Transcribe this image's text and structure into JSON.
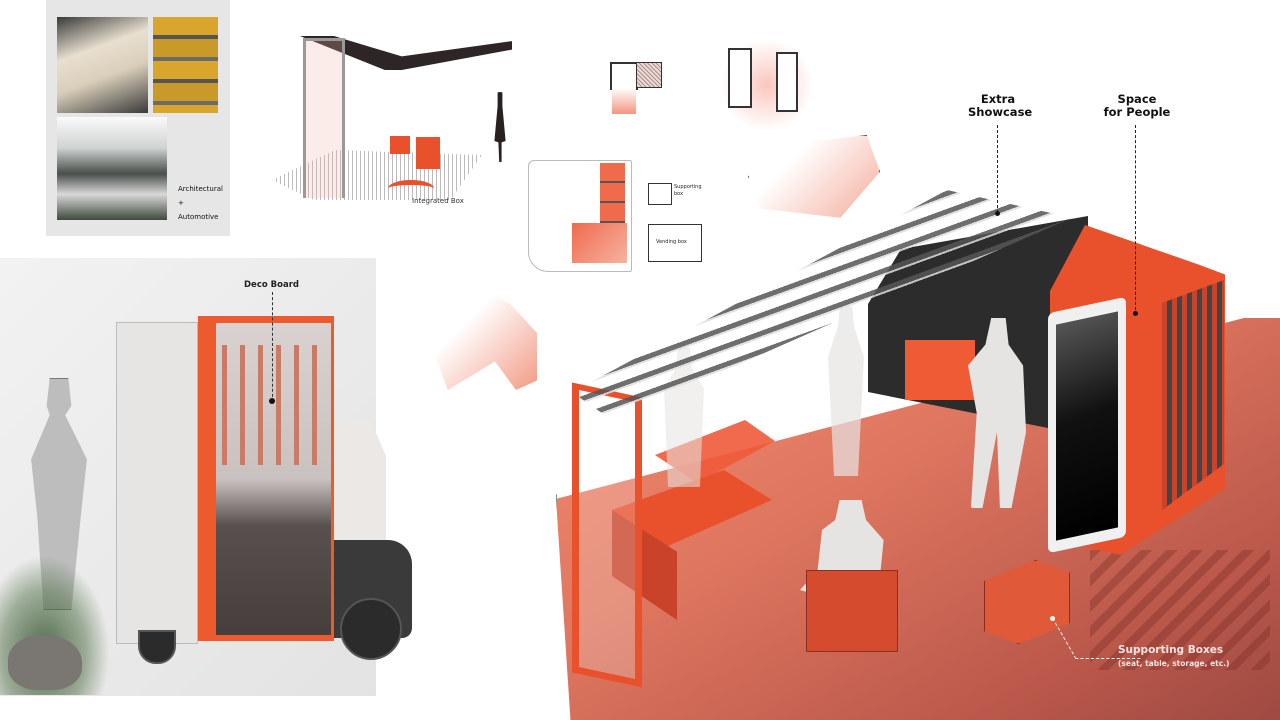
{
  "board": {
    "theme_colors": {
      "accent_orange": "#e9502c",
      "floor_salmon": "#f48a70",
      "dark": "#2c2c2c"
    }
  },
  "reference_panel": {
    "images": [
      "architectural-model-photo",
      "yellow-facade-photo",
      "green-house-elevation"
    ],
    "caption_line1": "Architectural",
    "caption_plus": "+",
    "caption_line2": "Automotive"
  },
  "integrated_box_sketch": {
    "label": "Integrated Box"
  },
  "diagrams": {
    "supporting_box_label": "Supporting box",
    "vending_box_label": "Vending box"
  },
  "elevation": {
    "label": "Deco Board"
  },
  "main_render": {
    "callouts": [
      {
        "line1": "Extra",
        "line2": "Showcase"
      },
      {
        "line1": "Space",
        "line2": "for People"
      }
    ],
    "supporting_boxes_title": "Supporting Boxes",
    "supporting_boxes_sub": "(seat, table, storage, etc.)"
  }
}
